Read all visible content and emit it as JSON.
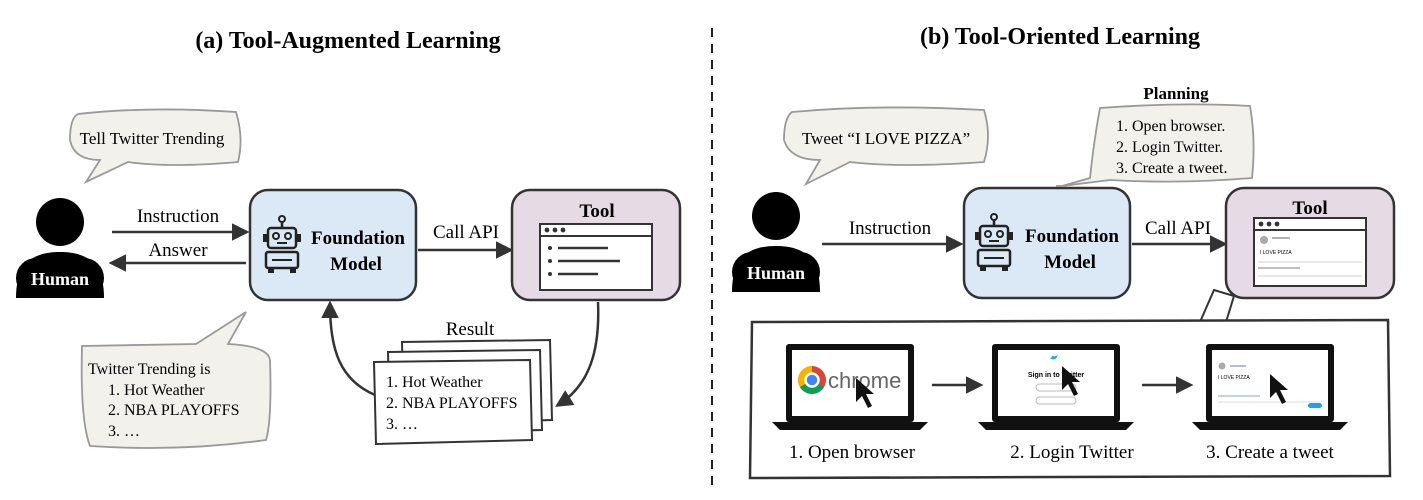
{
  "left": {
    "title": "(a) Tool-Augmented Learning",
    "bubble_top": "Tell Twitter Trending",
    "human_label": "Human",
    "instruction_label": "Instruction",
    "answer_label": "Answer",
    "model_label_line1": "Foundation",
    "model_label_line2": "Model",
    "call_api_label": "Call API",
    "tool_label": "Tool",
    "result_label": "Result",
    "result_items": [
      "1. Hot Weather",
      "2. NBA PLAYOFFS",
      "3. …"
    ],
    "bubble_bottom": {
      "heading": "Twitter Trending is",
      "items": [
        "1. Hot Weather",
        "2. NBA PLAYOFFS",
        "3. …"
      ]
    }
  },
  "right": {
    "title": "(b) Tool-Oriented Learning",
    "bubble_top": "Tweet “I LOVE PIZZA”",
    "human_label": "Human",
    "instruction_label": "Instruction",
    "model_label_line1": "Foundation",
    "model_label_line2": "Model",
    "call_api_label": "Call API",
    "tool_label": "Tool",
    "planning": {
      "title": "Planning",
      "items": [
        "1. Open browser.",
        "2. Login Twitter.",
        "3. Create a tweet."
      ]
    },
    "steps": [
      {
        "label": "1. Open browser",
        "screen_text": "chrome"
      },
      {
        "label": "2. Login Twitter",
        "screen_text": "Sign in to Twitter"
      },
      {
        "label": "3. Create a tweet",
        "screen_text": "I LOVE PIZZA"
      }
    ],
    "tool_screen_text": "I LOVE PIZZA"
  },
  "colors": {
    "model_fill": "#dbe8f5",
    "tool_fill": "#e6dae4",
    "bubble_fill": "#f2f1ec",
    "stroke": "#333333"
  }
}
